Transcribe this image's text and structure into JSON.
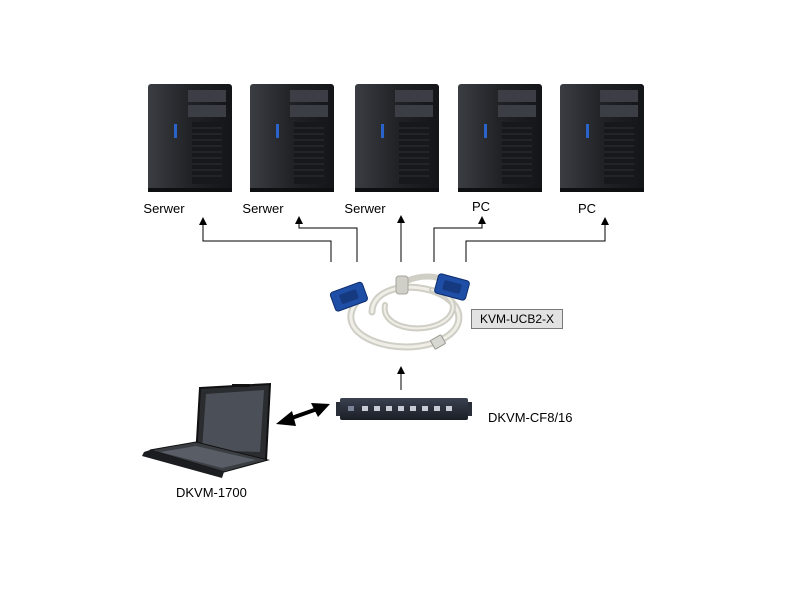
{
  "diagram": {
    "computers": [
      {
        "label": "Serwer"
      },
      {
        "label": "Serwer"
      },
      {
        "label": "Serwer"
      },
      {
        "label": "PC"
      },
      {
        "label": "PC"
      }
    ],
    "cable": {
      "label": "KVM-UCB2-X"
    },
    "switch": {
      "label": "DKVM-CF8/16"
    },
    "console": {
      "label": "DKVM-1700"
    },
    "colors": {
      "tower": "#1c1e22",
      "tower_face": "#2b2e33",
      "accent": "#2a63c9",
      "cable": "#d6d6ce",
      "vga_plug": "#1f4ea6",
      "line": "#000000"
    }
  }
}
